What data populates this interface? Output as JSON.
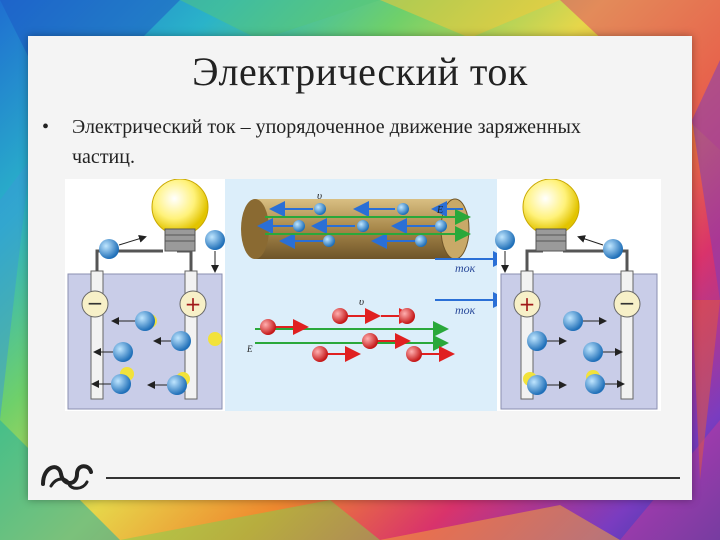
{
  "slide": {
    "title": "Электрический ток",
    "bullet_mark": "•",
    "bullet_text": "Электрический ток – упорядоченное движение заряженных частиц."
  },
  "figure": {
    "label_tok_1": "ток",
    "label_tok_2": "ток",
    "label_v_1": "υ",
    "label_v_2": "υ",
    "label_e_1": "E",
    "label_e_2": "E",
    "minus_sign": "−",
    "plus_sign": "+"
  },
  "colors": {
    "electron": "#3b8fd0",
    "ion": "#e02a2a",
    "arrow_blue": "#2a6fd6",
    "arrow_red": "#e02020",
    "field_green": "#2aa83a",
    "liquid": "#c9cde8",
    "conductor": "#a7874a"
  }
}
